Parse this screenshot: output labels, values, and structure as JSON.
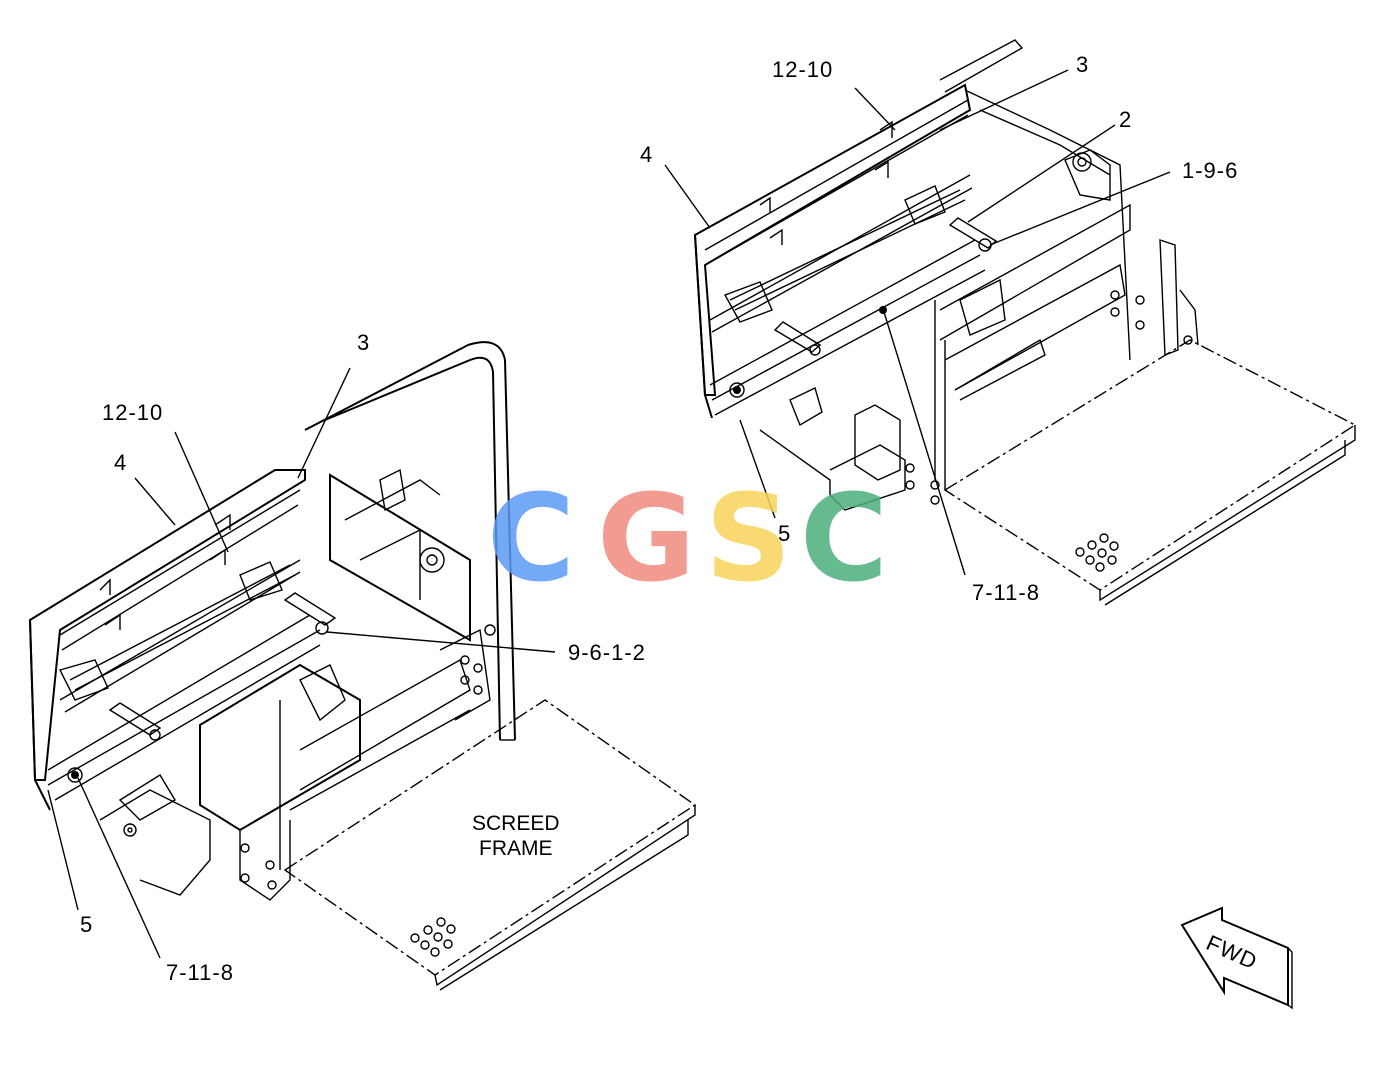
{
  "watermark": {
    "letters": [
      "C",
      "G",
      "S",
      "C"
    ],
    "colors": [
      "#5b9bf5",
      "#f08a7e",
      "#f7d35a",
      "#4caf7d"
    ]
  },
  "labels": {
    "left": {
      "l3": "3",
      "l12_10": "12-10",
      "l4": "4",
      "l9_6_1_2": "9-6-1-2",
      "l5": "5",
      "l7_11_8": "7-11-8",
      "screed_line1": "SCREED",
      "screed_line2": "FRAME"
    },
    "right": {
      "l12_10": "12-10",
      "l3": "3",
      "l4": "4",
      "l2": "2",
      "l1_9_6": "1-9-6",
      "l5": "5",
      "l7_11_8": "7-11-8"
    },
    "fwd": "FWD"
  }
}
